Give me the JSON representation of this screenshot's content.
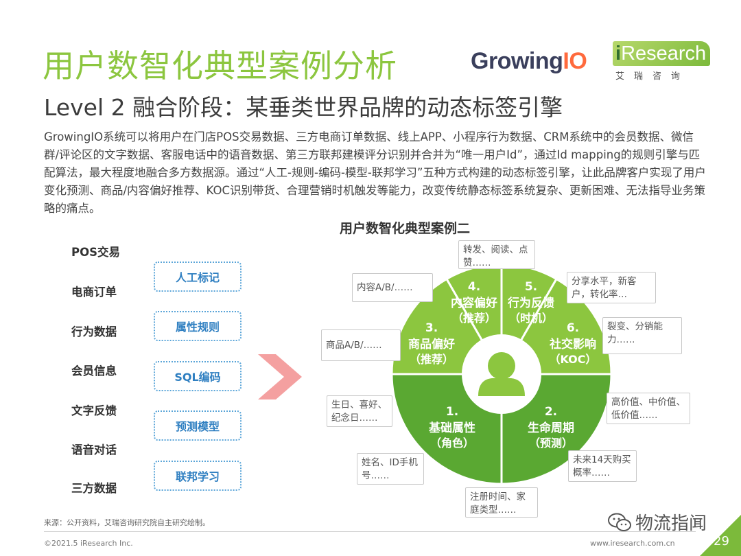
{
  "title": "用户数智化典型案例分析",
  "subtitle": "Level 2 融合阶段：某垂类世界品牌的动态标签引擎",
  "logos": {
    "growing": "Growing",
    "io": "IO",
    "iresearch_i": "i",
    "iresearch_rest": "Research",
    "iresearch_cn": "艾瑞咨询"
  },
  "paragraph": "GrowingIO系统可以将用户在门店POS交易数据、三方电商订单数据、线上APP、小程序行为数据、CRM系统中的会员数据、微信群/评论区的文字数据、客服电话中的语音数据、第三方联邦建模评分识别并合并为“唯一用户Id”，通过Id mapping的规则引擎与匹配算法，最大程度地融合多方数据源。通过“人工-规则-编码-模型-联邦学习”五种方式构建的动态标签引擎，让此品牌客户实现了用户变化预测、商品/内容偏好推荐、KOC识别带货、合理营销时机触发等能力，改变传统静态标签系统复杂、更新困难、无法指导业务策略的痛点。",
  "diagram_title": "用户数智化典型案例二",
  "sources": [
    "POS交易",
    "电商订单",
    "行为数据",
    "会员信息",
    "文字反馈",
    "语音对话",
    "三方数据"
  ],
  "methods": [
    "人工标记",
    "属性规则",
    "SQL编码",
    "预测模型",
    "联邦学习"
  ],
  "segments": [
    {
      "num": "1.",
      "line1": "基础属性",
      "line2": "（角色）"
    },
    {
      "num": "2.",
      "line1": "生命周期",
      "line2": "（预测）"
    },
    {
      "num": "3.",
      "line1": "商品偏好",
      "line2": "（推荐）"
    },
    {
      "num": "4.",
      "line1": "内容偏好",
      "line2": "（推荐）"
    },
    {
      "num": "5.",
      "line1": "行为反馈",
      "line2": "（时机）"
    },
    {
      "num": "6.",
      "line1": "社交影响",
      "line2": "（KOC）"
    }
  ],
  "notes": {
    "forward": "转发、阅读、点赞……",
    "content_ab": "内容A/B/……",
    "product_ab": "商品A/B/……",
    "birthday": "生日、喜好、纪念日……",
    "name_id": "姓名、ID手机号……",
    "register": "注册时间、家庭类型……",
    "share": "分享水平，新客户，转化率…",
    "fission": "裂变、分销能力……",
    "value": "高价值、中价值、低价值……",
    "future": "未来14天购买概率……"
  },
  "footer": {
    "source": "来源：公开资料，艾瑞咨询研究院自主研究绘制。",
    "copyright": "©2021.5 iResearch Inc.",
    "url": "www.iresearch.com.cn",
    "page": "29",
    "watermark": "物流指闻"
  },
  "colors": {
    "green_light": "#8cc63f",
    "green_dark": "#5aa832",
    "blue": "#2f7fc1",
    "arrow": "#f4a0a0",
    "corner": "#7cba3b"
  }
}
